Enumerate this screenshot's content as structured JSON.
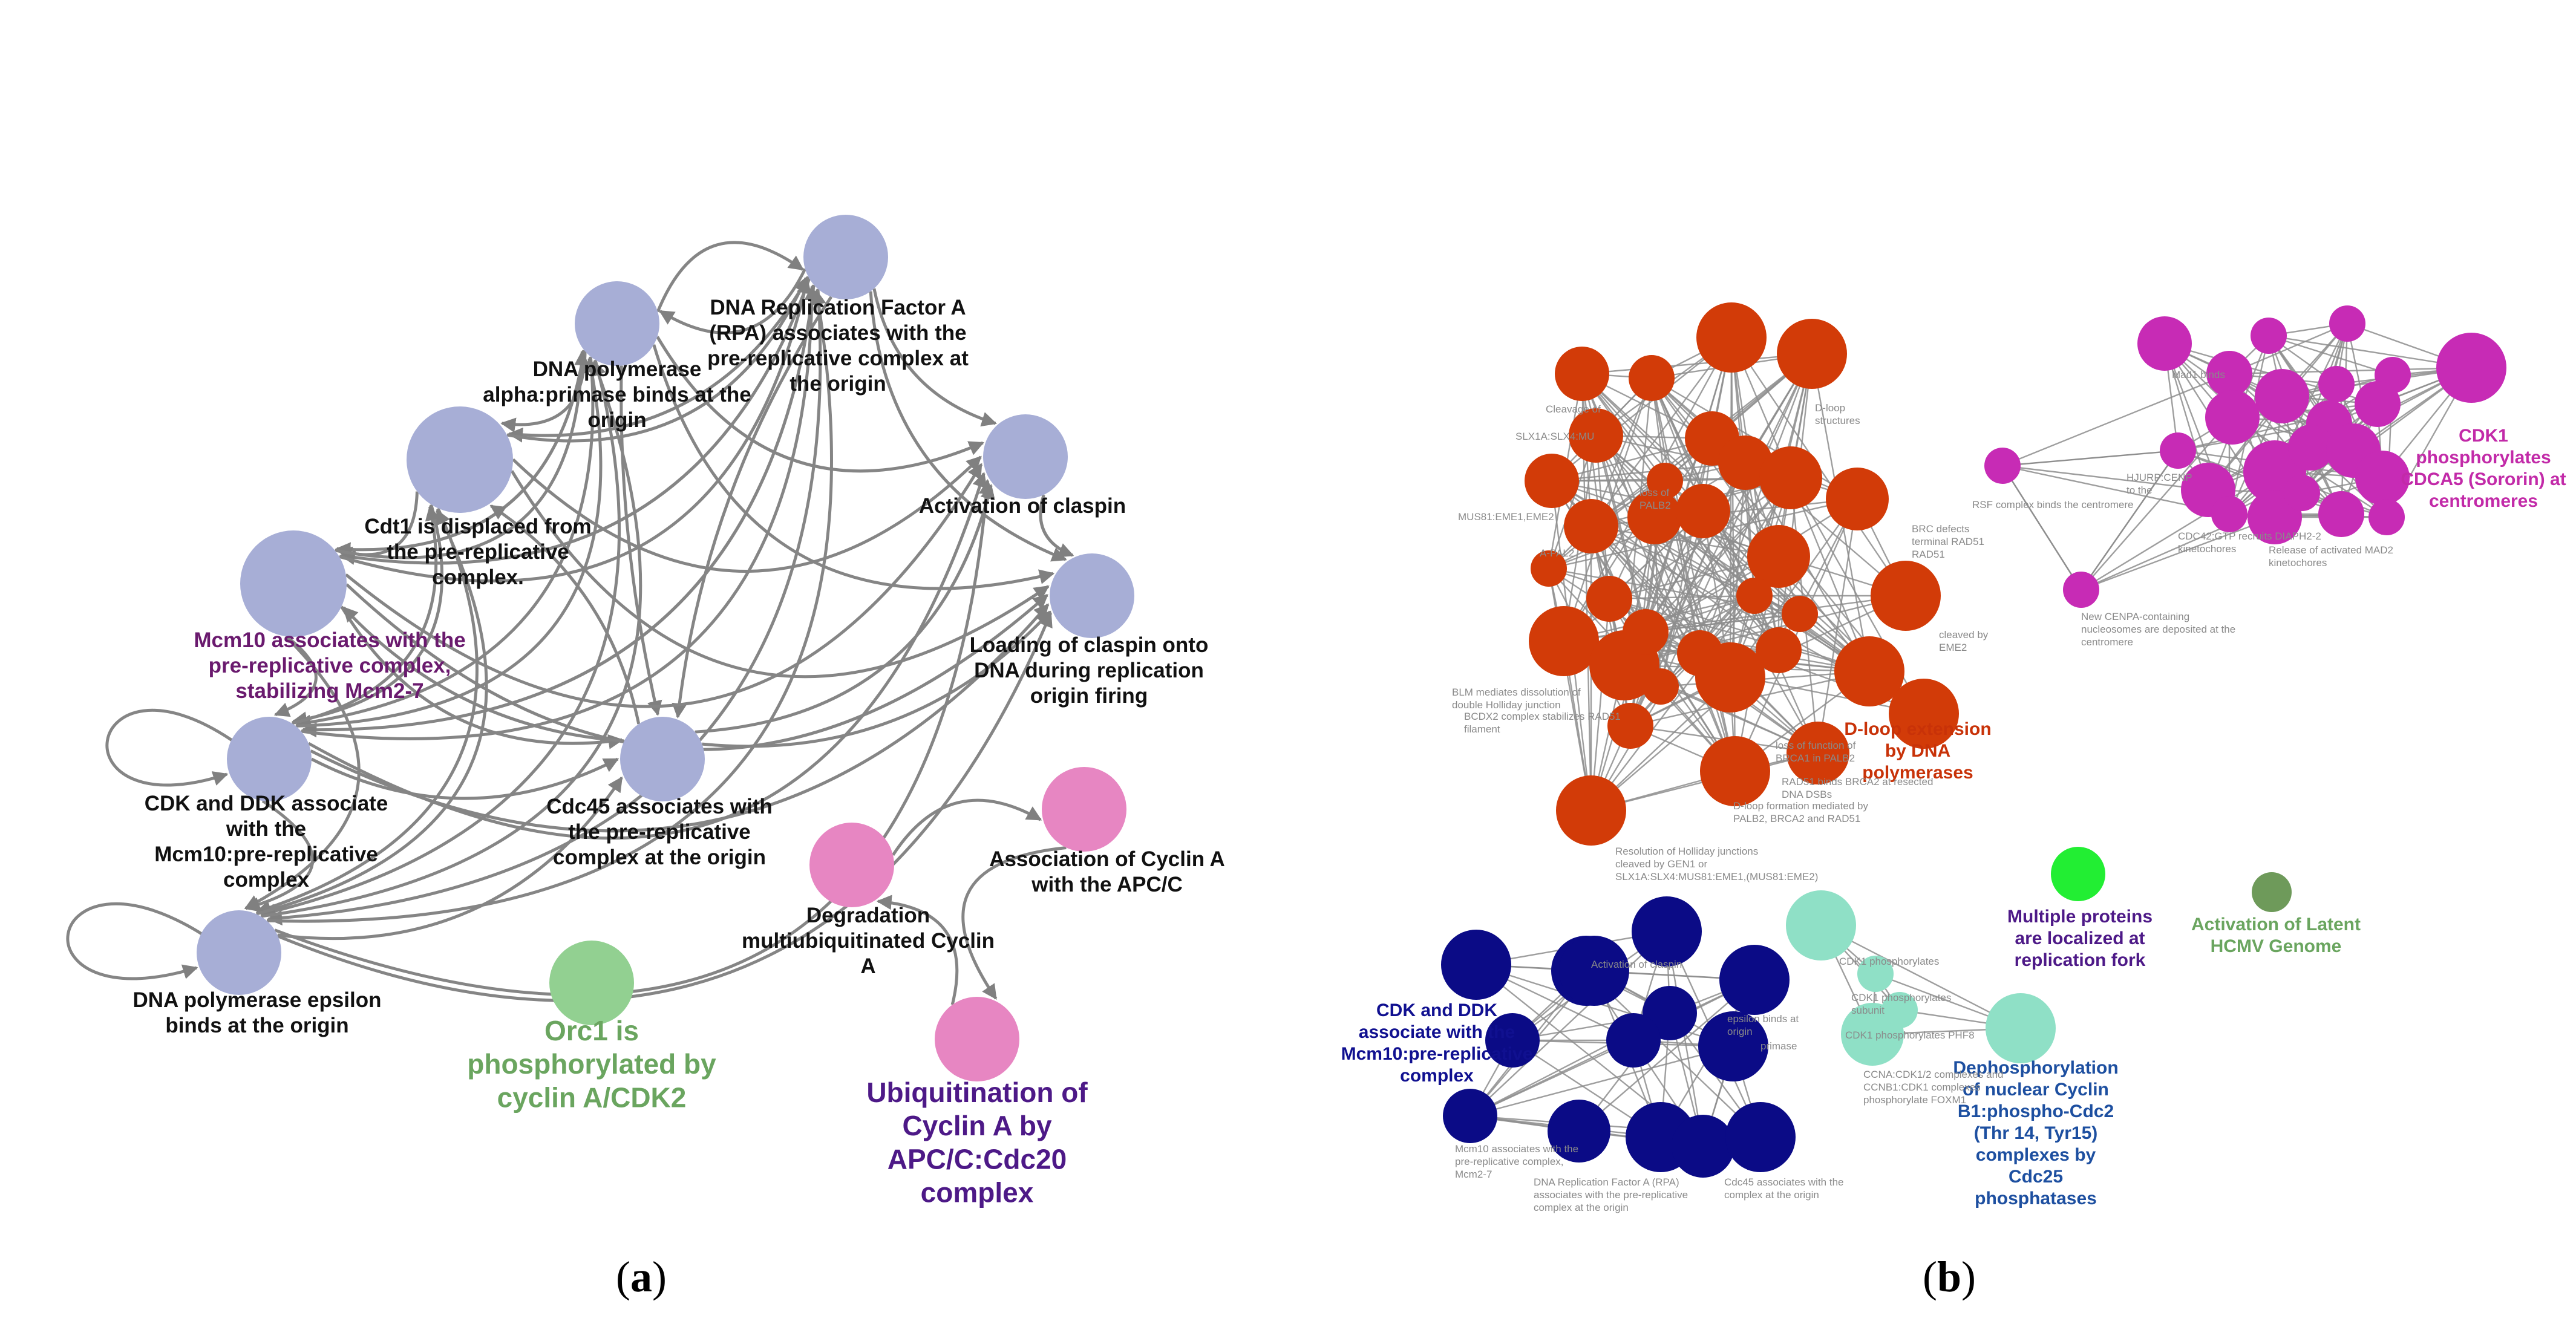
{
  "colors": {
    "edge": "#8a8a8a",
    "lavender": "#a7aed6",
    "pink": "#e786c2",
    "light_green": "#92d091",
    "orange_red": "#d23b08",
    "magenta": "#c72bb5",
    "navy": "#0b0b86",
    "aqua": "#8fe0c6",
    "bright_green": "#22ee33",
    "olive_green": "#6e9a5a",
    "label_dark": "#111111",
    "label_purple": "#6a1a6e",
    "label_green": "#6aa55f",
    "label_violet": "#4d1987",
    "label_red": "#c83208",
    "label_magenta": "#c22aa8",
    "label_navy": "#101090",
    "label_blue": "#1d4fa0",
    "label_gray": "#8a8a8a"
  },
  "captions": {
    "a": "a",
    "b": "b"
  },
  "panel_a": {
    "nodes": [
      {
        "id": "rpa",
        "label": [
          "DNA Replication Factor A",
          "(RPA) associates with the",
          "pre-replicative complex at",
          "the origin"
        ]
      },
      {
        "id": "polalpha",
        "label": [
          "DNA polymerase",
          "alpha:primase binds at the",
          "origin"
        ]
      },
      {
        "id": "cdt1",
        "label": [
          "Cdt1 is displaced from",
          "the pre-replicative",
          "complex."
        ]
      },
      {
        "id": "claspin",
        "label": [
          "Activation of claspin"
        ]
      },
      {
        "id": "mcm10",
        "label": [
          "Mcm10 associates with the",
          "pre-replicative complex,",
          "stabilizing Mcm2-7"
        ]
      },
      {
        "id": "loading",
        "label": [
          "Loading of claspin onto",
          "DNA during replication",
          "origin firing"
        ]
      },
      {
        "id": "cdk",
        "label": [
          "CDK and DDK associate",
          "with the",
          "Mcm10:pre-replicative",
          "complex"
        ]
      },
      {
        "id": "cdc45",
        "label": [
          "Cdc45 associates with",
          "the pre-replicative",
          "complex at the origin"
        ]
      },
      {
        "id": "polepsilon",
        "label": [
          "DNA polymerase epsilon",
          "binds at the origin"
        ]
      },
      {
        "id": "orc1",
        "label": [
          "Orc1 is",
          "phosphorylated by",
          "cyclin A/CDK2"
        ]
      },
      {
        "id": "degradation",
        "label": [
          "Degradation",
          "multiubiquitinated Cyclin",
          "A"
        ]
      },
      {
        "id": "assoccyclin",
        "label": [
          "Association of Cyclin A",
          "with the APC/C"
        ]
      },
      {
        "id": "ubiq",
        "label": [
          "Ubiquitination of",
          "Cyclin A by",
          "APC/C:Cdc20",
          "complex"
        ]
      }
    ]
  },
  "panel_b": {
    "group_labels": [
      {
        "id": "dloop",
        "label": [
          "D-loop extension",
          "by DNA",
          "polymerases"
        ]
      },
      {
        "id": "cdk1",
        "label": [
          "CDK1",
          "phosphorylates",
          "CDCA5 (Sororin) at",
          "centromeres"
        ]
      },
      {
        "id": "cdkddk",
        "label": [
          "CDK and DDK",
          "associate with the",
          "Mcm10:pre-replicative",
          "complex"
        ]
      },
      {
        "id": "multiple",
        "label": [
          "Multiple proteins",
          "are localized at",
          "replication fork"
        ]
      },
      {
        "id": "hcmv",
        "label": [
          "Activation of Latent",
          "HCMV Genome"
        ]
      },
      {
        "id": "dephos",
        "label": [
          "Dephosphorylation",
          "of nuclear Cyclin",
          "B1:phospho-Cdc2",
          "(Thr 14, Tyr15)",
          "complexes by",
          "Cdc25",
          "phosphatases"
        ]
      }
    ],
    "minor_labels": [
      {
        "id": "m1",
        "label": [
          "Cleavage of"
        ]
      },
      {
        "id": "m2",
        "label": [
          "SLX1A:SLX4:MU"
        ]
      },
      {
        "id": "m3",
        "label": [
          "MUS81:EME1,EME2"
        ]
      },
      {
        "id": "m4",
        "label": [
          "loss of",
          "PALB2"
        ]
      },
      {
        "id": "m5",
        "label": [
          "D-loop",
          "structures"
        ]
      },
      {
        "id": "m6",
        "label": [
          "BRC defects",
          "terminal RAD51",
          "RAD51"
        ]
      },
      {
        "id": "m7",
        "label": [
          "A-PAL2"
        ]
      },
      {
        "id": "m8",
        "label": [
          "cleaved by",
          "EME2"
        ]
      },
      {
        "id": "m9",
        "label": [
          "BLM mediates dissolution of",
          "double Holliday junction"
        ]
      },
      {
        "id": "m10",
        "label": [
          "BCDX2 complex stabilizes RAD51",
          "filament"
        ]
      },
      {
        "id": "m11",
        "label": [
          "loss of function of",
          "BRCA1 in PALB2"
        ]
      },
      {
        "id": "m12",
        "label": [
          "RAD51 binds BRCA2 at resected",
          "DNA DSBs"
        ]
      },
      {
        "id": "m13",
        "label": [
          "D-loop formation mediated by",
          "PALB2, BRCA2 and RAD51"
        ]
      },
      {
        "id": "m14",
        "label": [
          "Resolution of Holliday junctions",
          "cleaved by GEN1 or",
          "SLX1A:SLX4:MUS81:EME1,(MUS81:EME2)"
        ]
      },
      {
        "id": "m15",
        "label": [
          "Mad1 binds"
        ]
      },
      {
        "id": "m16",
        "label": [
          "HJURP:CENP",
          "to the"
        ]
      },
      {
        "id": "m17",
        "label": [
          "RSF complex binds the centromere"
        ]
      },
      {
        "id": "m18",
        "label": [
          "CDC42:GTP recruits DIAPH2-2",
          "kinetochores"
        ]
      },
      {
        "id": "m19",
        "label": [
          "Release of activated MAD2",
          "kinetochores"
        ]
      },
      {
        "id": "m20",
        "label": [
          "New CENPA-containing",
          "nucleosomes are deposited at the",
          "centromere"
        ]
      },
      {
        "id": "m21",
        "label": [
          "Activation of claspin"
        ]
      },
      {
        "id": "m22",
        "label": [
          "epsilon binds at",
          "origin"
        ]
      },
      {
        "id": "m23",
        "label": [
          "primase"
        ]
      },
      {
        "id": "m24",
        "label": [
          "Mcm10 associates with the",
          "pre-replicative complex,",
          "Mcm2-7"
        ]
      },
      {
        "id": "m25",
        "label": [
          "DNA Replication Factor A (RPA)",
          "associates with the pre-replicative",
          "complex at the origin"
        ]
      },
      {
        "id": "m26",
        "label": [
          "Cdc45 associates with the",
          "complex at the origin"
        ]
      },
      {
        "id": "m27",
        "label": [
          "CDK1 phosphorylates"
        ]
      },
      {
        "id": "m28",
        "label": [
          "CDK1 phosphorylates",
          "subunit"
        ]
      },
      {
        "id": "m29",
        "label": [
          "CDK1 phosphorylates PHF8"
        ]
      },
      {
        "id": "m30",
        "label": [
          "CCNA:CDK1/2 complexes and",
          "CCNB1:CDK1 complexes",
          "phosphorylate FOXM1"
        ]
      }
    ]
  }
}
